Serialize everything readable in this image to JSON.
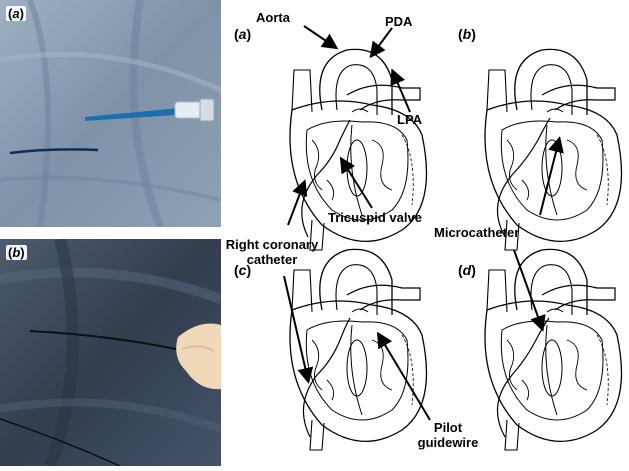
{
  "photos": {
    "a": {
      "tag_open": "(",
      "tag_letter": "a",
      "tag_close": ")"
    },
    "b": {
      "tag_open": "(",
      "tag_letter": "b",
      "tag_close": ")"
    }
  },
  "diagram_panels": {
    "a": {
      "tag_open": "(",
      "tag_letter": "a",
      "tag_close": ")"
    },
    "b": {
      "tag_open": "(",
      "tag_letter": "b",
      "tag_close": ")"
    },
    "c": {
      "tag_open": "(",
      "tag_letter": "c",
      "tag_close": ")"
    },
    "d": {
      "tag_open": "(",
      "tag_letter": "d",
      "tag_close": ")"
    }
  },
  "labels": {
    "aorta": "Aorta",
    "pda": "PDA",
    "lpa": "LPA",
    "tricuspid_valve": "Tricuspid valve",
    "right_coronary_catheter_line1": "Right coronary",
    "right_coronary_catheter_line2": "catheter",
    "microcatheter": "Microcatheter",
    "pilot_guidewire_line1": "Pilot",
    "pilot_guidewire_line2": "guidewire"
  },
  "colors": {
    "drape_light": "#8497ad",
    "drape_dark": "#3a4658",
    "catheter_blue": "#1a6fb0",
    "glove": "#f0d9b8",
    "line": "#000000"
  }
}
